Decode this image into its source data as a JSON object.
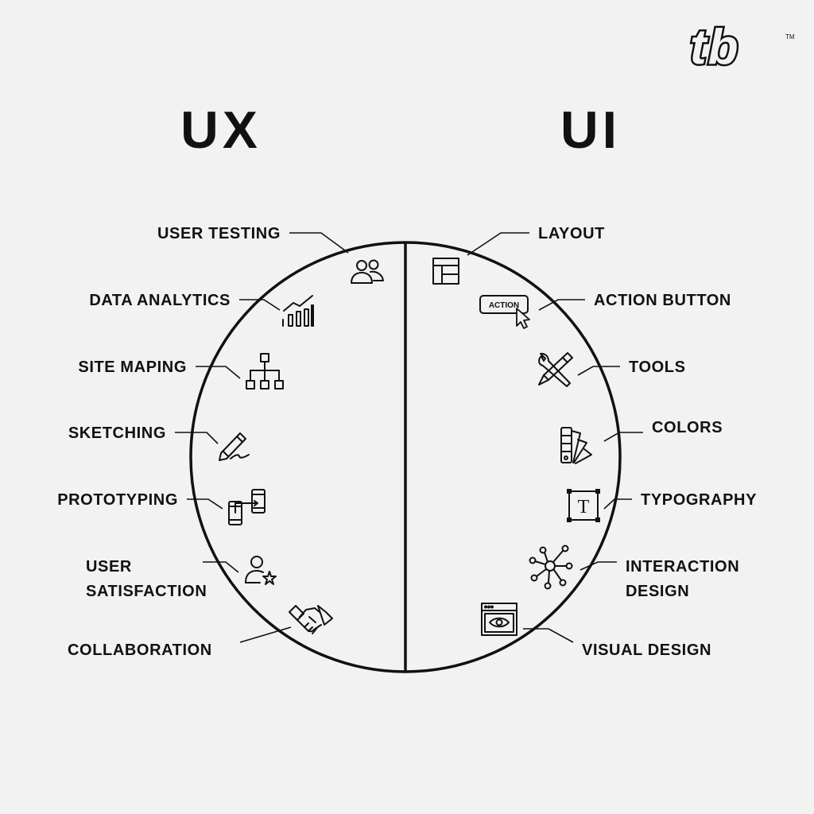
{
  "logo": {
    "text": "tb",
    "trademark": "TM"
  },
  "headings": {
    "left": "UX",
    "right": "UI"
  },
  "ux_items": [
    {
      "lines": [
        "USER TESTING"
      ],
      "icon": "users-icon"
    },
    {
      "lines": [
        "DATA ANALYTICS"
      ],
      "icon": "bar-chart-icon"
    },
    {
      "lines": [
        "SITE MAPING"
      ],
      "icon": "sitemap-icon"
    },
    {
      "lines": [
        "SKETCHING"
      ],
      "icon": "pencil-icon"
    },
    {
      "lines": [
        "PROTOTYPING"
      ],
      "icon": "prototype-devices-icon"
    },
    {
      "lines": [
        "USER",
        "SATISFACTION"
      ],
      "icon": "user-star-icon"
    },
    {
      "lines": [
        "COLLABORATION"
      ],
      "icon": "handshake-icon"
    }
  ],
  "ui_items": [
    {
      "lines": [
        "LAYOUT"
      ],
      "icon": "layout-icon"
    },
    {
      "lines": [
        "ACTION BUTTON"
      ],
      "icon": "action-button-icon",
      "icon_text": "ACTION"
    },
    {
      "lines": [
        "TOOLS"
      ],
      "icon": "tools-icon"
    },
    {
      "lines": [
        "COLORS"
      ],
      "icon": "color-swatches-icon"
    },
    {
      "lines": [
        "TYPOGRAPHY"
      ],
      "icon": "typography-icon",
      "icon_text": "T"
    },
    {
      "lines": [
        "INTERACTION",
        "DESIGN"
      ],
      "icon": "interaction-nodes-icon"
    },
    {
      "lines": [
        "VISUAL DESIGN"
      ],
      "icon": "visual-design-icon"
    }
  ]
}
